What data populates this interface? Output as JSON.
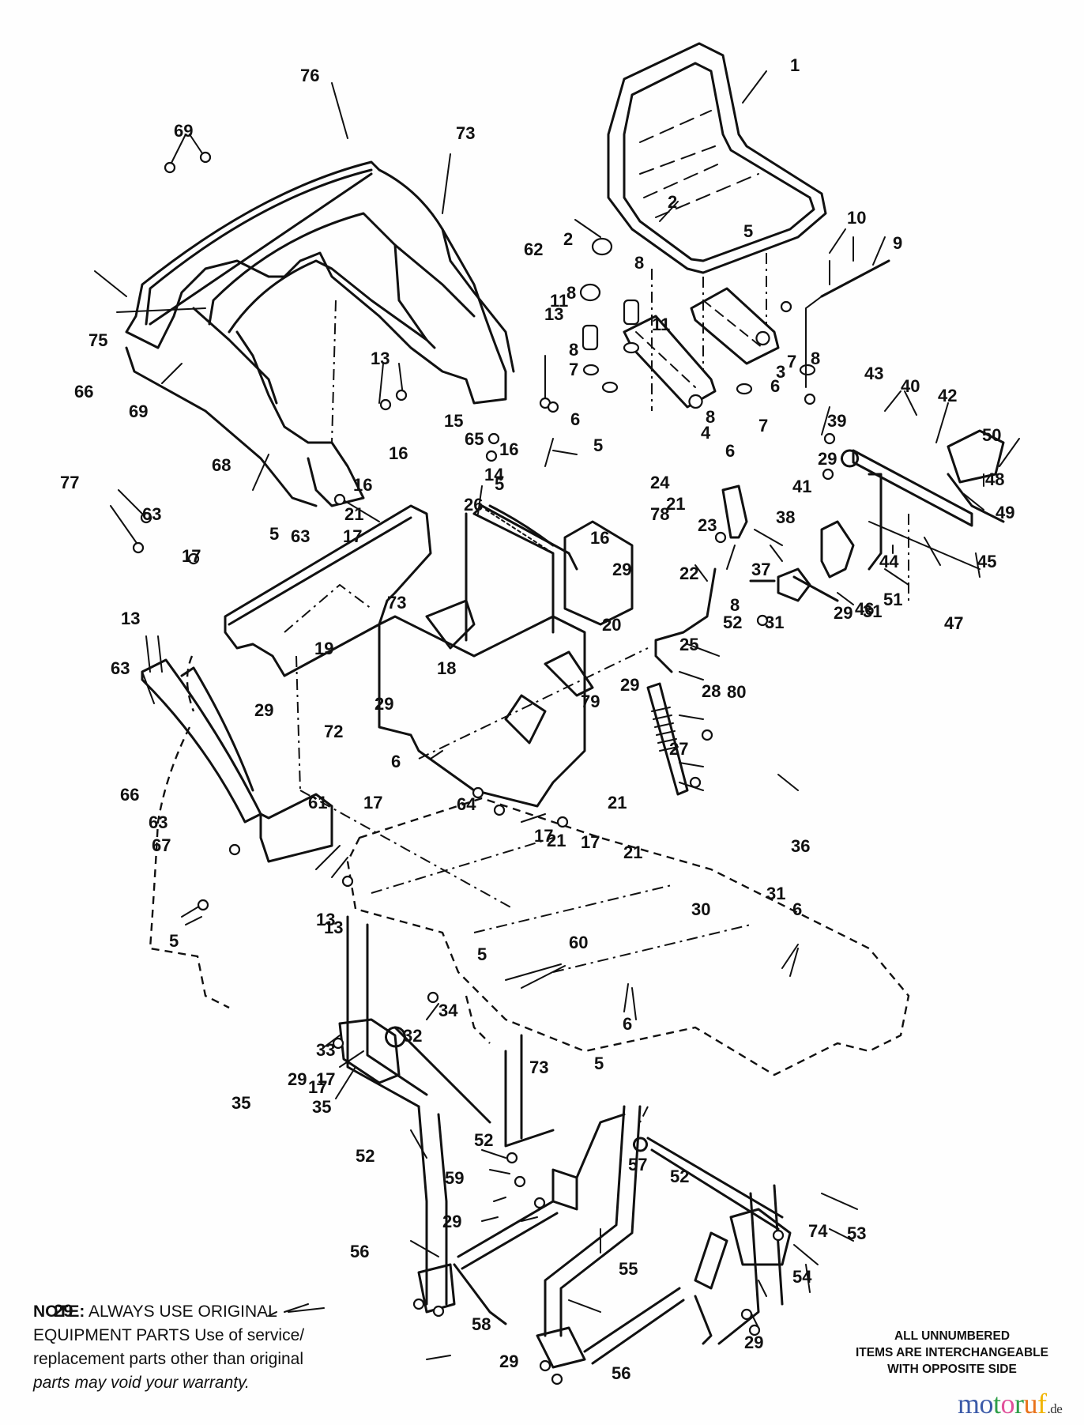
{
  "diagram": {
    "title": "Seat, Fender and Lift Linkage Parts Diagram",
    "callouts": [
      "1",
      "2",
      "2",
      "3",
      "4",
      "5",
      "5",
      "5",
      "5",
      "5",
      "5",
      "5",
      "6",
      "6",
      "6",
      "6",
      "6",
      "6",
      "7",
      "7",
      "7",
      "8",
      "8",
      "8",
      "8",
      "8",
      "8",
      "9",
      "10",
      "11",
      "11",
      "13",
      "13",
      "13",
      "13",
      "13",
      "14",
      "15",
      "16",
      "16",
      "16",
      "16",
      "17",
      "17",
      "17",
      "17",
      "17",
      "17",
      "17",
      "18",
      "19",
      "20",
      "21",
      "21",
      "21",
      "21",
      "21",
      "22",
      "23",
      "24",
      "25",
      "26",
      "27",
      "28",
      "29",
      "29",
      "29",
      "29",
      "29",
      "29",
      "29",
      "29",
      "29",
      "29",
      "29",
      "30",
      "31",
      "31",
      "31",
      "32",
      "33",
      "34",
      "35",
      "35",
      "36",
      "37",
      "38",
      "39",
      "40",
      "41",
      "42",
      "43",
      "44",
      "45",
      "46",
      "47",
      "48",
      "49",
      "50",
      "51",
      "52",
      "52",
      "52",
      "52",
      "53",
      "54",
      "55",
      "56",
      "56",
      "57",
      "58",
      "59",
      "60",
      "61",
      "62",
      "63",
      "63",
      "63",
      "63",
      "64",
      "65",
      "66",
      "66",
      "67",
      "68",
      "69",
      "69",
      "72",
      "73",
      "73",
      "73",
      "74",
      "75",
      "76",
      "77",
      "78",
      "79",
      "80"
    ]
  },
  "note": {
    "bold": "NOTE:",
    "line1": "ALWAYS USE ORIGINAL",
    "line2": "EQUIPMENT PARTS Use of service/",
    "line3": "replacement parts other than original",
    "line4": "parts may void your warranty."
  },
  "interchange_note": {
    "line1": "ALL UNNUMBERED",
    "line2": "ITEMS ARE INTERCHANGEABLE",
    "line3": "WITH OPPOSITE SIDE"
  },
  "watermark": {
    "letters": [
      "m",
      "o",
      "t",
      "o",
      "r",
      "u",
      "f"
    ],
    "colors": [
      "#3b5aa8",
      "#3b5aa8",
      "#2e9e48",
      "#e0509a",
      "#2e9e48",
      "#e8731c",
      "#f0b400"
    ],
    "tld": ".de"
  }
}
